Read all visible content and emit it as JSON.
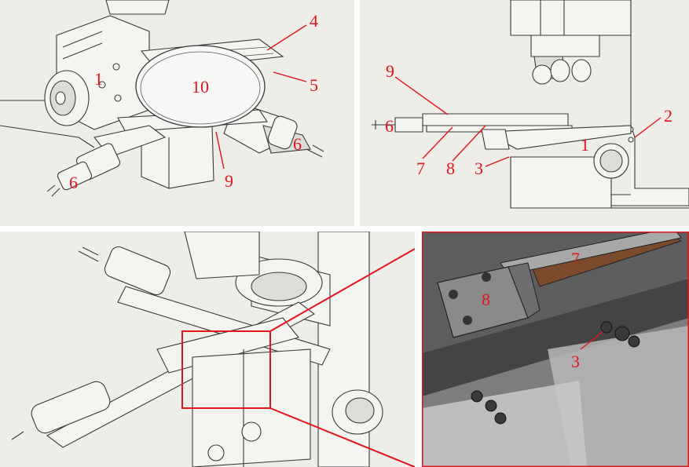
{
  "figure": {
    "accent_color": "#e3141b",
    "panels": {
      "top_left": {
        "callouts": [
          {
            "id": "c1",
            "text": "1"
          },
          {
            "id": "c4",
            "text": "4"
          },
          {
            "id": "c5",
            "text": "5"
          },
          {
            "id": "c10",
            "text": "10"
          },
          {
            "id": "c6a",
            "text": "6"
          },
          {
            "id": "c6b",
            "text": "6"
          },
          {
            "id": "c9",
            "text": "9"
          }
        ]
      },
      "top_right": {
        "callouts": [
          {
            "id": "c9",
            "text": "9"
          },
          {
            "id": "c2",
            "text": "2"
          },
          {
            "id": "c6",
            "text": "6"
          },
          {
            "id": "c1",
            "text": "1"
          },
          {
            "id": "c7",
            "text": "7"
          },
          {
            "id": "c8",
            "text": "8"
          },
          {
            "id": "c3",
            "text": "3"
          }
        ]
      },
      "bottom_right": {
        "callouts": [
          {
            "id": "c7",
            "text": "7"
          },
          {
            "id": "c8",
            "text": "8"
          },
          {
            "id": "c3",
            "text": "3"
          }
        ]
      }
    }
  }
}
